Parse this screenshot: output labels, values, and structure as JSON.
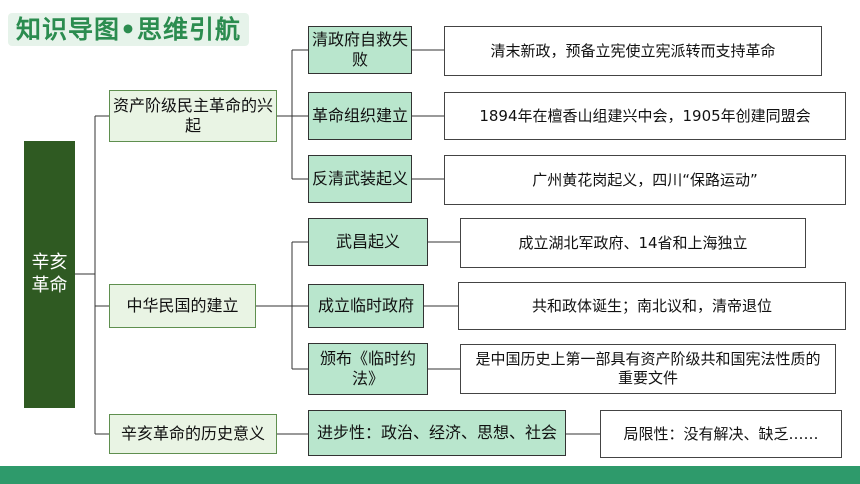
{
  "header": {
    "title": "知识导图•思维引航"
  },
  "root": {
    "label": "辛亥\n革命"
  },
  "branches": [
    {
      "label": "资产阶级民主革命的兴起",
      "children": [
        {
          "label": "清政府自救失败",
          "detail": "清末新政，预备立宪使立宪派转而支持革命"
        },
        {
          "label": "革命组织建立",
          "detail": "1894年在檀香山组建兴中会，1905年创建同盟会"
        },
        {
          "label": "反清武装起义",
          "detail": "广州黄花岗起义，四川“保路运动”"
        }
      ]
    },
    {
      "label": "中华民国的建立",
      "children": [
        {
          "label": "武昌起义",
          "detail": "成立湖北军政府、14省和上海独立"
        },
        {
          "label": "成立临时政府",
          "detail": "共和政体诞生；南北议和，清帝退位"
        },
        {
          "label": "颁布《临时约法》",
          "detail": "是中国历史上第一部具有资产阶级共和国宪法性质的重要文件"
        }
      ]
    },
    {
      "label": "辛亥革命的历史意义",
      "children": [
        {
          "label": "进步性：政治、经济、思想、社会",
          "detail": "局限性：没有解决、缺乏……"
        }
      ]
    }
  ]
}
